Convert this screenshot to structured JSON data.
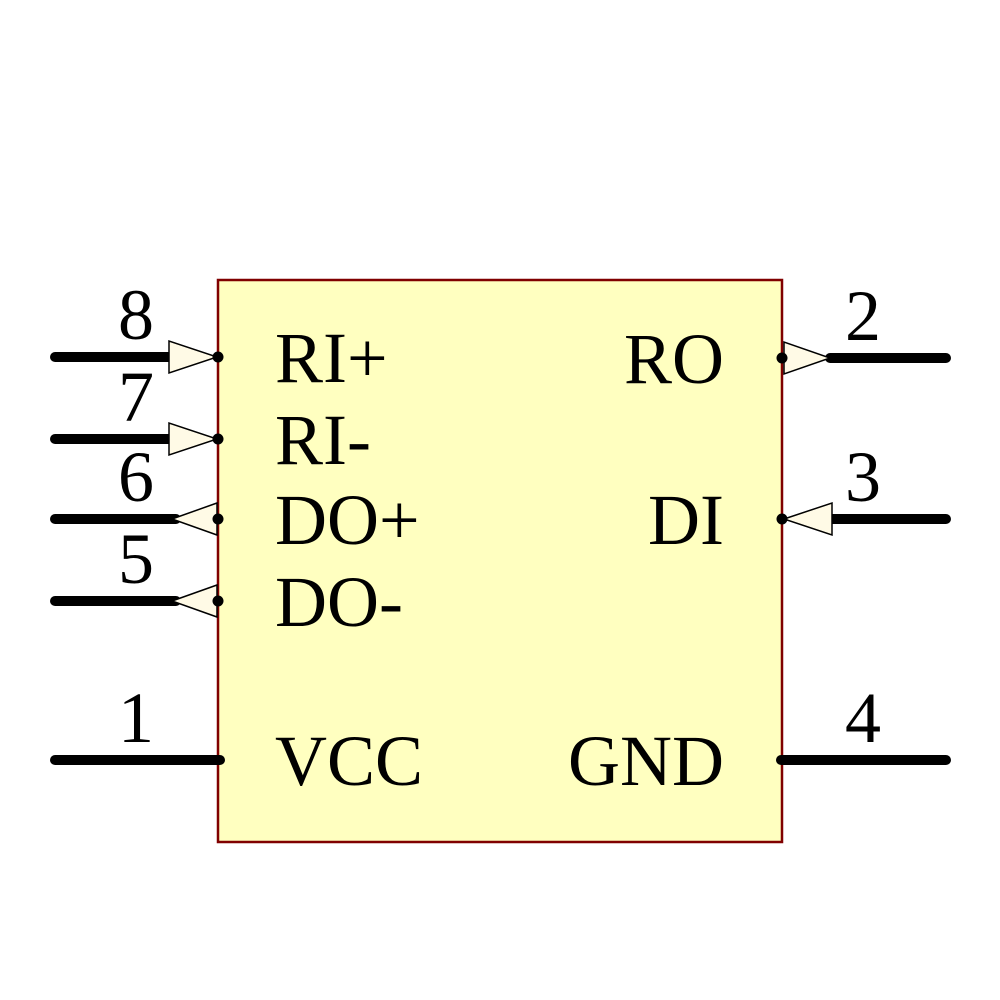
{
  "colors": {
    "background": "#FFFFFF",
    "body_fill": "#FFFFC0",
    "body_border": "#800000",
    "arrow_fill": "#FFFAE6",
    "wire": "#000000",
    "text": "#000000"
  },
  "component": {
    "kind": "ic-schematic-symbol"
  },
  "pins": {
    "left": [
      {
        "number": "8",
        "label": "RI+",
        "direction": "input"
      },
      {
        "number": "7",
        "label": "RI-",
        "direction": "input"
      },
      {
        "number": "6",
        "label": "DO+",
        "direction": "output"
      },
      {
        "number": "5",
        "label": "DO-",
        "direction": "output"
      },
      {
        "number": "1",
        "label": "VCC",
        "direction": "power"
      }
    ],
    "right": [
      {
        "number": "2",
        "label": "RO",
        "direction": "output"
      },
      {
        "number": "3",
        "label": "DI",
        "direction": "input"
      },
      {
        "number": "4",
        "label": "GND",
        "direction": "power"
      }
    ]
  }
}
